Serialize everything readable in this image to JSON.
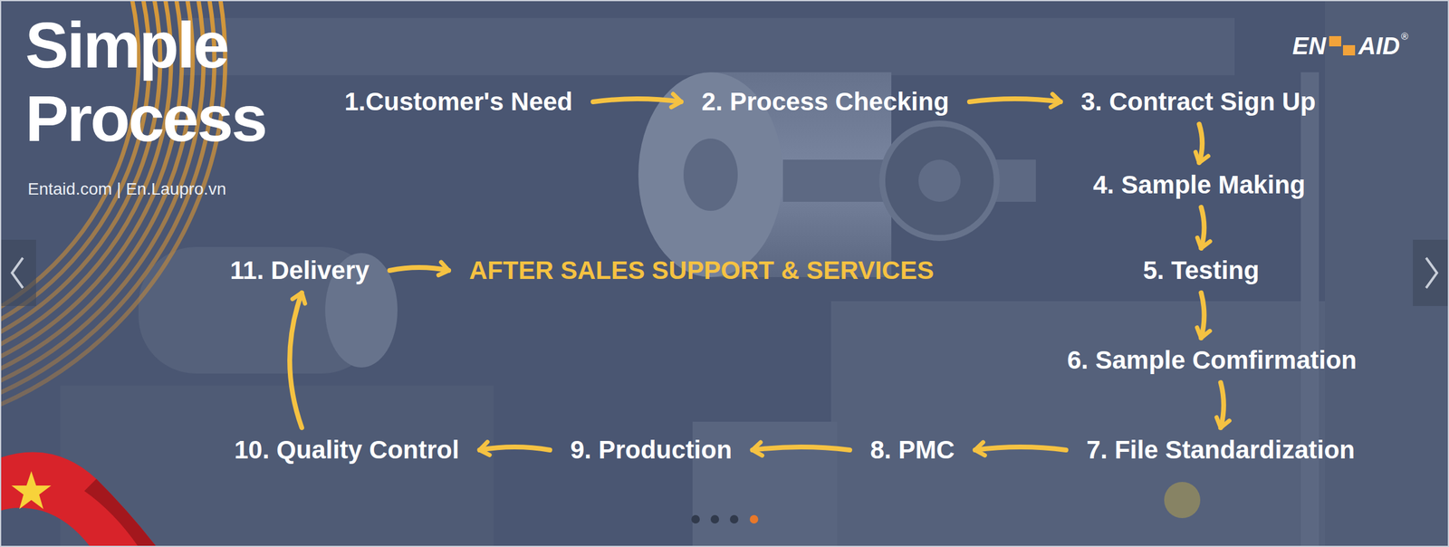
{
  "diagram": {
    "title": "Simple Process",
    "nodes": [
      {
        "text": [
          "1.Customer's Need"
        ]
      },
      {
        "text": [
          "2. Process Checking"
        ]
      },
      {
        "text": [
          "3. Contract Sign Up"
        ]
      },
      {
        "text": [
          "4. Sample Making"
        ]
      },
      {
        "text": [
          "5. Testing"
        ]
      },
      {
        "text": [
          "6. Sample Comfirmation"
        ]
      },
      {
        "text": [
          "7. File Standardization"
        ]
      },
      {
        "text": [
          "8. PMC"
        ]
      },
      {
        "text": [
          "9. Production"
        ]
      },
      {
        "text": [
          "10. Quality Control"
        ]
      },
      {
        "text": [
          "11. Delivery"
        ]
      },
      {
        "text": [
          "AFTER SALES SUPPORT & SERVICES"
        ]
      }
    ],
    "edges": [
      {
        "from": 0,
        "to": 1,
        "arrow": "to"
      },
      {
        "from": 1,
        "to": 2,
        "arrow": "to"
      },
      {
        "from": 2,
        "to": 3,
        "arrow": "to"
      },
      {
        "from": 3,
        "to": 4,
        "arrow": "to"
      },
      {
        "from": 4,
        "to": 5,
        "arrow": "to"
      },
      {
        "from": 5,
        "to": 6,
        "arrow": "to"
      },
      {
        "from": 6,
        "to": 7,
        "arrow": "to"
      },
      {
        "from": 7,
        "to": 8,
        "arrow": "to"
      },
      {
        "from": 8,
        "to": 9,
        "arrow": "to"
      },
      {
        "from": 9,
        "to": 10,
        "arrow": "to"
      },
      {
        "from": 10,
        "to": 11,
        "arrow": "to"
      }
    ],
    "labels": [
      "Entaid.com | En.Laupro.vn",
      "EN",
      "AID",
      "®"
    ]
  }
}
